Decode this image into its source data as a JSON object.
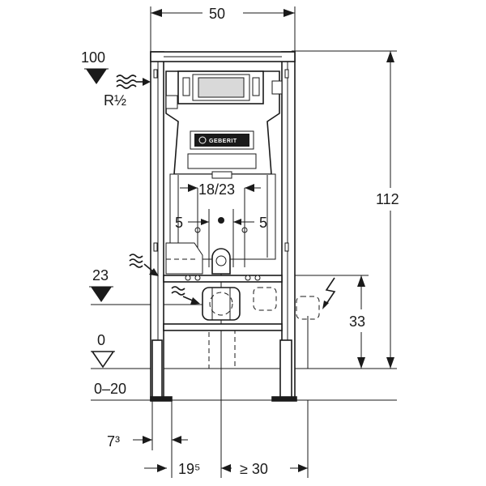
{
  "dimensions": {
    "top_width": "50",
    "water_supply_height": "100",
    "water_connection": "R½",
    "frame_height": "112",
    "flush_pipe_spacing": "18/23",
    "bolt_offset_left": "5",
    "bolt_offset_right": "5",
    "drain_height": "23",
    "electrical_height": "33",
    "floor_level": "0",
    "floor_build_up": "0–20",
    "foot_offset": "7³",
    "foot_width": "19⁵",
    "min_side_clearance": "≥ 30"
  },
  "brand_logo": "GEBERIT",
  "icons": {
    "water_supply": "water-wave-icon",
    "drain": "drain-wave-icon",
    "electric": "lightning-icon",
    "level_marker": "level-triangle-icon"
  }
}
